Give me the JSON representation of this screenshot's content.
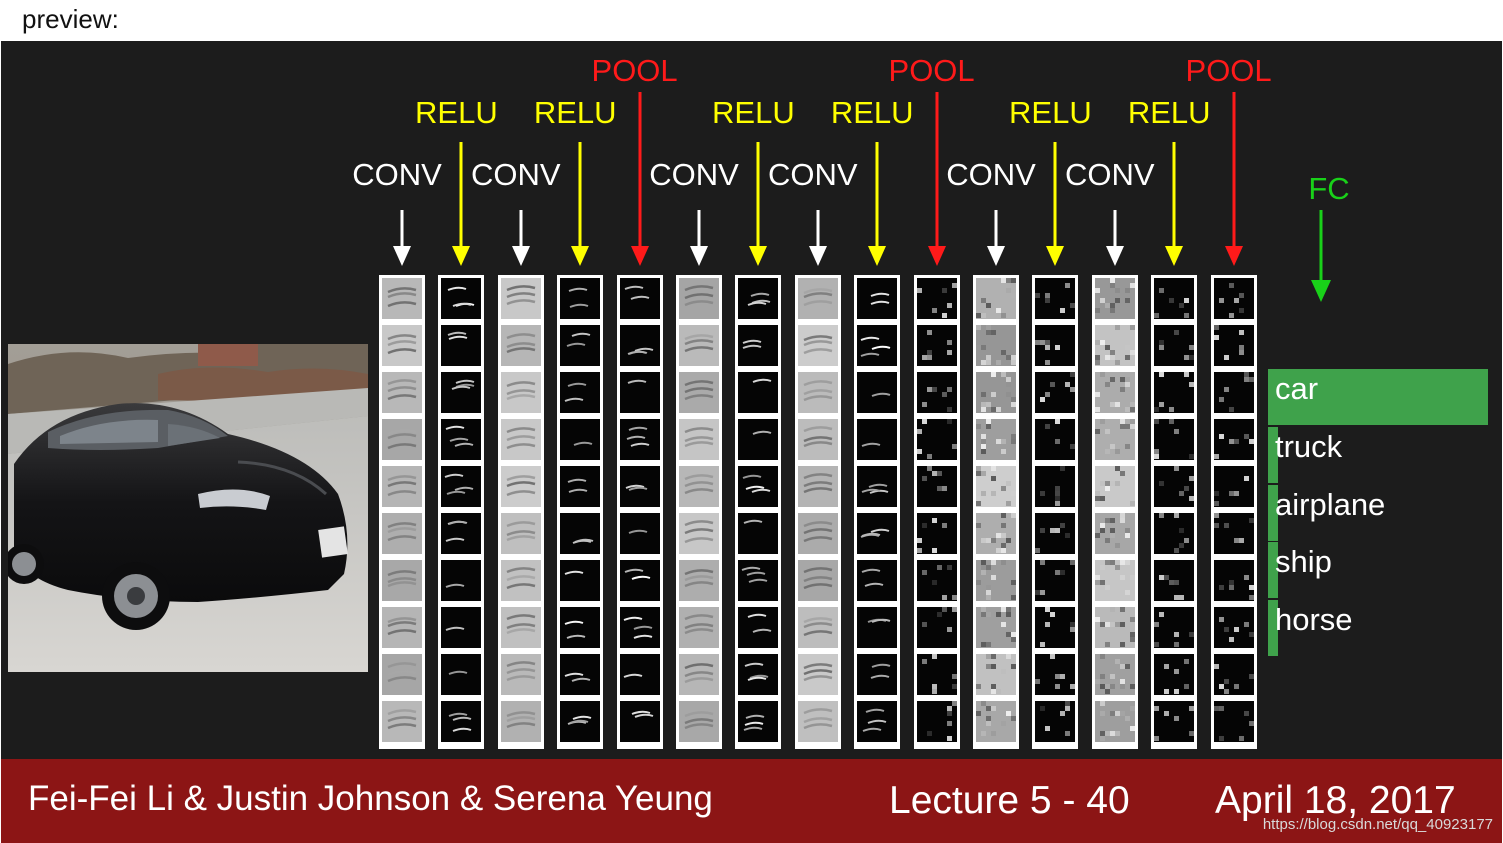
{
  "preview_label": "preview:",
  "diagram": {
    "layers": [
      {
        "label": "CONV",
        "type": "conv",
        "color": "#ffffff",
        "tone": "gray"
      },
      {
        "label": "RELU",
        "type": "relu",
        "color": "#ffff00",
        "tone": "dark"
      },
      {
        "label": "CONV",
        "type": "conv",
        "color": "#ffffff",
        "tone": "gray"
      },
      {
        "label": "RELU",
        "type": "relu",
        "color": "#ffff00",
        "tone": "dark"
      },
      {
        "label": "POOL",
        "type": "pool",
        "color": "#ff1a1a",
        "tone": "dark"
      },
      {
        "label": "CONV",
        "type": "conv",
        "color": "#ffffff",
        "tone": "gray"
      },
      {
        "label": "RELU",
        "type": "relu",
        "color": "#ffff00",
        "tone": "dark"
      },
      {
        "label": "CONV",
        "type": "conv",
        "color": "#ffffff",
        "tone": "gray"
      },
      {
        "label": "RELU",
        "type": "relu",
        "color": "#ffff00",
        "tone": "dark"
      },
      {
        "label": "POOL",
        "type": "pool",
        "color": "#ff1a1a",
        "tone": "dark"
      },
      {
        "label": "CONV",
        "type": "conv",
        "color": "#ffffff",
        "tone": "gray"
      },
      {
        "label": "RELU",
        "type": "relu",
        "color": "#ffff00",
        "tone": "dark"
      },
      {
        "label": "CONV",
        "type": "conv",
        "color": "#ffffff",
        "tone": "gray"
      },
      {
        "label": "RELU",
        "type": "relu",
        "color": "#ffff00",
        "tone": "dark"
      },
      {
        "label": "POOL",
        "type": "pool",
        "color": "#ff1a1a",
        "tone": "dark"
      }
    ],
    "fc": {
      "label": "FC",
      "color": "#19d119"
    },
    "classes": [
      {
        "label": "car",
        "score": 0.92
      },
      {
        "label": "truck",
        "score": 0.04
      },
      {
        "label": "airplane",
        "score": 0.03
      },
      {
        "label": "ship",
        "score": 0.03
      },
      {
        "label": "horse",
        "score": 0.03
      }
    ],
    "bar_color": "#3fa24b"
  },
  "footer": {
    "authors": "Fei-Fei Li & Justin Johnson & Serena Yeung",
    "lecture": "Lecture 5 - 40",
    "date": "April 18, 2017",
    "watermark": "https://blog.csdn.net/qq_40923177"
  },
  "colors": {
    "slide_bg": "#1c1c1c",
    "footer_bg": "#8c1515"
  }
}
